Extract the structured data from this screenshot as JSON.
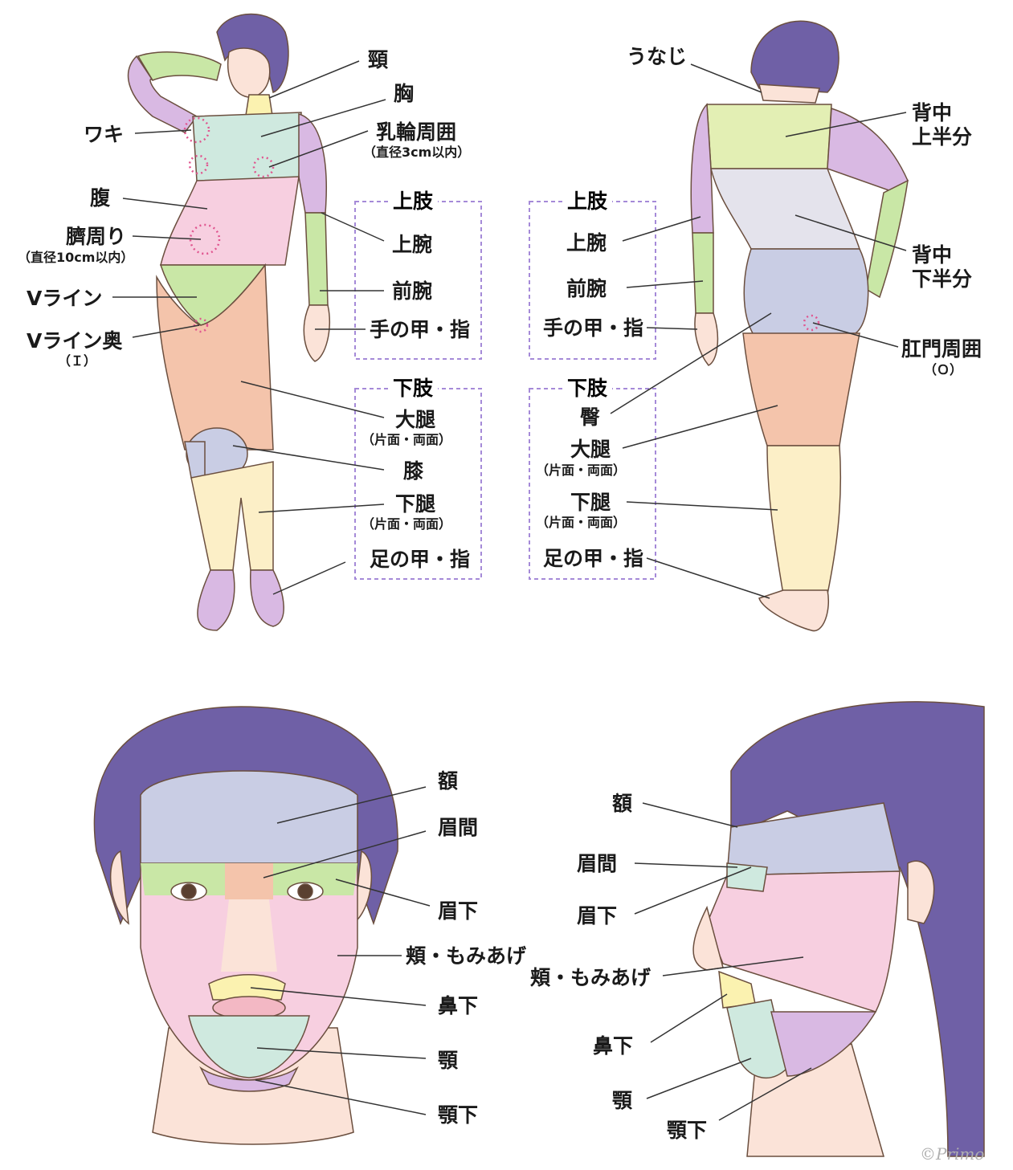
{
  "colors": {
    "hair": "#6f60a6",
    "skin": "#fbe3d8",
    "yellow": "#fbf2b0",
    "mint": "#cfe9df",
    "pink": "#f7cfe0",
    "lavender": "#d9b9e3",
    "lightgreen": "#c9e7a6",
    "peach": "#f4c4ab",
    "periwinkle": "#c9cde4",
    "cream": "#fcefc7",
    "outline": "#6b4f3f",
    "box": "#a58ad8",
    "dot": "#e0558f"
  },
  "front_body": {
    "neck": "頸",
    "chest": "胸",
    "armpit": "ワキ",
    "areola": "乳輪周囲",
    "areola_note": "（直径3cm以内）",
    "belly": "腹",
    "navel": "臍周り",
    "navel_note": "（直径10cm以内）",
    "vline": "Vライン",
    "vline_inner": "Vライン奥",
    "vline_inner_note": "（Ｉ）",
    "upper_limb_header": "上肢",
    "upper_arm": "上腕",
    "forearm": "前腕",
    "hand": "手の甲・指",
    "lower_limb_header": "下肢",
    "thigh": "大腿",
    "thigh_note": "（片面・両面）",
    "knee": "膝",
    "lower_leg": "下腿",
    "lower_leg_note": "（片面・両面）",
    "foot": "足の甲・指"
  },
  "back_body": {
    "nape": "うなじ",
    "upper_back_1": "背中",
    "upper_back_2": "上半分",
    "lower_back_1": "背中",
    "lower_back_2": "下半分",
    "anus": "肛門周囲",
    "anus_note": "（Ｏ）",
    "upper_limb_header": "上肢",
    "upper_arm": "上腕",
    "forearm": "前腕",
    "hand": "手の甲・指",
    "lower_limb_header": "下肢",
    "buttocks": "臀",
    "thigh": "大腿",
    "thigh_note": "（片面・両面）",
    "lower_leg": "下腿",
    "lower_leg_note": "（片面・両面）",
    "foot": "足の甲・指"
  },
  "front_face": {
    "forehead": "額",
    "glabella": "眉間",
    "under_brow": "眉下",
    "cheek": "頬・もみあげ",
    "under_nose": "鼻下",
    "chin": "顎",
    "under_chin": "顎下"
  },
  "side_face": {
    "forehead": "額",
    "glabella": "眉間",
    "under_brow": "眉下",
    "cheek": "頬・もみあげ",
    "under_nose": "鼻下",
    "chin": "顎",
    "under_chin": "顎下"
  },
  "credit": "©Primo"
}
